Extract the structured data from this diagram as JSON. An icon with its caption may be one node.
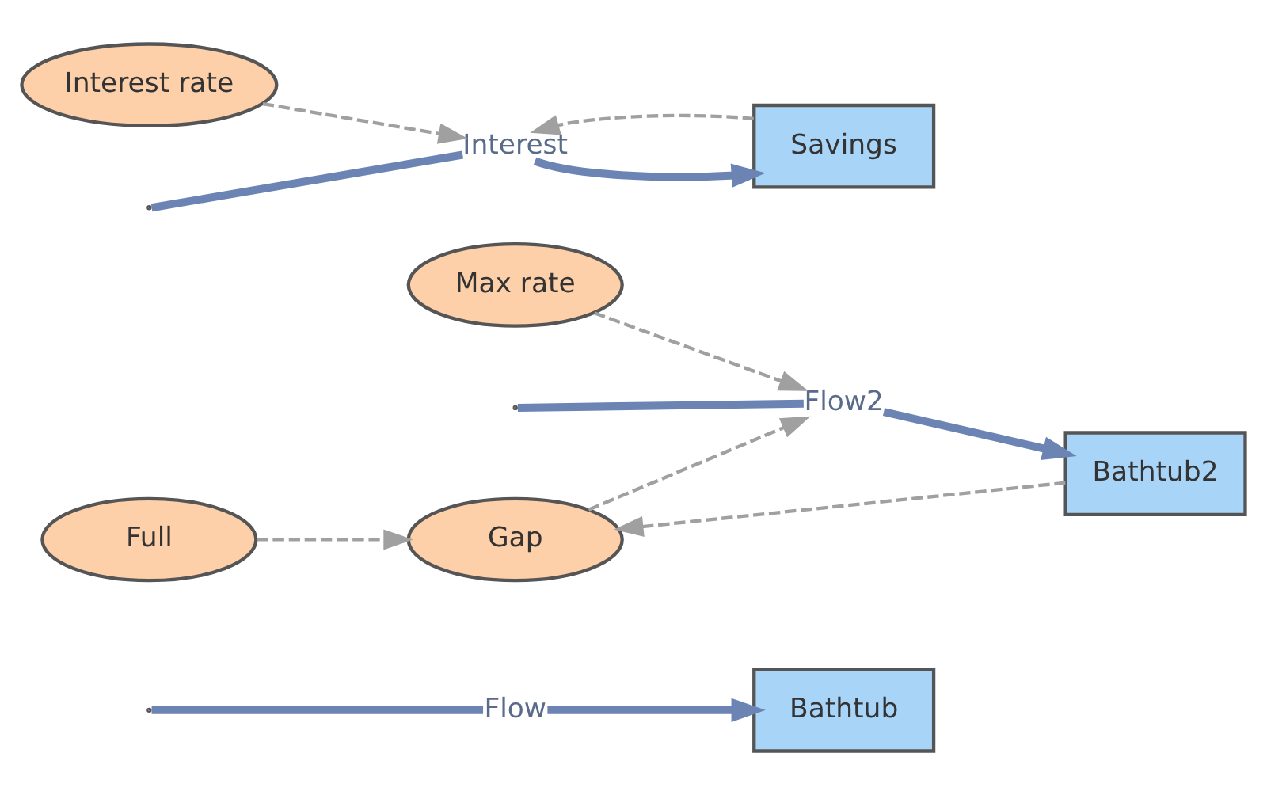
{
  "diagram": {
    "nodes": [
      {
        "text": [
          "Flow"
        ]
      },
      {
        "text": [
          "Bathtub"
        ]
      },
      {
        "text": [
          "Full"
        ]
      },
      {
        "text": [
          "Gap"
        ]
      },
      {
        "text": [
          "Interest"
        ]
      },
      {
        "text": [
          "Savings"
        ]
      },
      {
        "text": [
          "Flow2"
        ]
      },
      {
        "text": [
          "Bathtub2"
        ]
      },
      {
        "text": [
          "Interest rate"
        ]
      },
      {
        "text": [
          "Max rate"
        ]
      }
    ],
    "edges": [
      {
        "from": null,
        "to": 0,
        "arrow": "none",
        "style": "thick"
      },
      {
        "from": 0,
        "to": 1,
        "arrow": "to",
        "style": "thick"
      },
      {
        "from": 2,
        "to": 3,
        "arrow": "to",
        "style": "dashed",
        "color": "#a0a0a0"
      },
      {
        "from": 7,
        "to": 3,
        "arrow": "to",
        "style": "dashed",
        "color": "#a0a0a0"
      },
      {
        "from": 3,
        "to": 6,
        "arrow": "to",
        "style": "dashed",
        "color": "#a0a0a0"
      },
      {
        "from": 9,
        "to": 6,
        "arrow": "to",
        "style": "dashed",
        "color": "#a0a0a0"
      },
      {
        "from": null,
        "to": 4,
        "arrow": "none",
        "style": "thick"
      },
      {
        "from": 4,
        "to": 5,
        "arrow": "to",
        "style": "thick"
      },
      {
        "from": 5,
        "to": 4,
        "arrow": "to",
        "style": "dashed",
        "color": "#a0a0a0"
      },
      {
        "from": 8,
        "to": 4,
        "arrow": "to",
        "style": "dashed",
        "color": "#a0a0a0"
      },
      {
        "from": null,
        "to": 6,
        "arrow": "none",
        "style": "thick"
      },
      {
        "from": 6,
        "to": 7,
        "arrow": "to",
        "style": "thick"
      }
    ]
  }
}
